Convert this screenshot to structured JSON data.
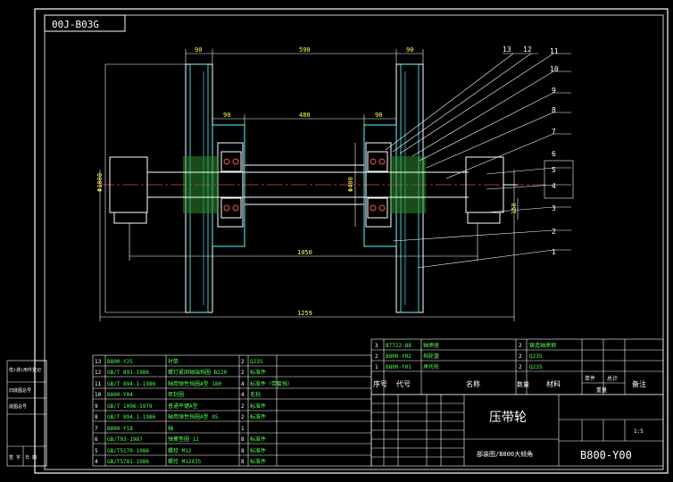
{
  "drawing_number_top": "00J-B03G",
  "dims": {
    "d90_left": "90",
    "d590": "590",
    "d90_right": "90",
    "d90_hub_left": "90",
    "d480": "480",
    "d90_hub_right": "90",
    "d1050": "1050",
    "d1259": "1259",
    "phi_outer": "Φ1000",
    "phi_hub": "Φ400",
    "d150": "150"
  },
  "callouts": [
    "1",
    "2",
    "3",
    "4",
    "5",
    "6",
    "7",
    "8",
    "9",
    "10",
    "11",
    "12",
    "13"
  ],
  "parts_list": [
    {
      "no": "13",
      "code": "B800-Y25",
      "name": "衬筒",
      "qty": "2",
      "mat": "Q235"
    },
    {
      "no": "12",
      "code": "GB/T 891-1986",
      "name": "螺钉紧固轴端挡圈 B220",
      "qty": "2",
      "mat": "标准件"
    },
    {
      "no": "11",
      "code": "GB/T 894.1-1986",
      "name": "轴用弹性挡圈A型 180",
      "qty": "4",
      "mat": "标准件（带套挡）"
    },
    {
      "no": "10",
      "code": "B800-Y04",
      "name": "密封圈",
      "qty": "4",
      "mat": "毛毡"
    },
    {
      "no": "9",
      "code": "GB/T 1096-1979",
      "name": "普通平键A型",
      "qty": "2",
      "mat": "标准件"
    },
    {
      "no": "8",
      "code": "GB/T 894.1-1986",
      "name": "轴用弹性挡圈A型 95",
      "qty": "2",
      "mat": "标准件"
    },
    {
      "no": "7",
      "code": "B800-Y18",
      "name": "轴",
      "qty": "1",
      "mat": ""
    },
    {
      "no": "6",
      "code": "GB/T93-1987",
      "name": "弹簧垫圈 12",
      "qty": "8",
      "mat": "标准件"
    },
    {
      "no": "5",
      "code": "GB/T5170-1986",
      "name": "螺栓 M12",
      "qty": "8",
      "mat": "标准件"
    },
    {
      "no": "4",
      "code": "GB/T5781-1986",
      "name": "螺栓 M12X35",
      "qty": "8",
      "mat": "标准件"
    }
  ],
  "parts_list_upper": [
    {
      "no": "3",
      "code": "B7722-88",
      "name": "轴承座",
      "qty": "2",
      "mat": "铸造轴承钢"
    },
    {
      "no": "2",
      "code": "B800-Y02",
      "name": "挡轮盘",
      "qty": "2",
      "mat": "Q235"
    },
    {
      "no": "1",
      "code": "B800-Y01",
      "name": "承托轮",
      "qty": "2",
      "mat": "Q235"
    }
  ],
  "header_row": {
    "no": "序号",
    "code": "代号",
    "name": "名称",
    "qty": "数量",
    "mat": "材料",
    "single": "单件",
    "total": "总计",
    "weight": "重量",
    "remark": "备注"
  },
  "title_block": {
    "title": "压带轮",
    "subtitle": "部装图/B800大倾角",
    "drawing_no": "B800-Y00",
    "scale": "1:5"
  },
  "left_strip": [
    "借(通)用件登记",
    "旧底图总号",
    "底图总号",
    "签 字",
    "日 期"
  ]
}
